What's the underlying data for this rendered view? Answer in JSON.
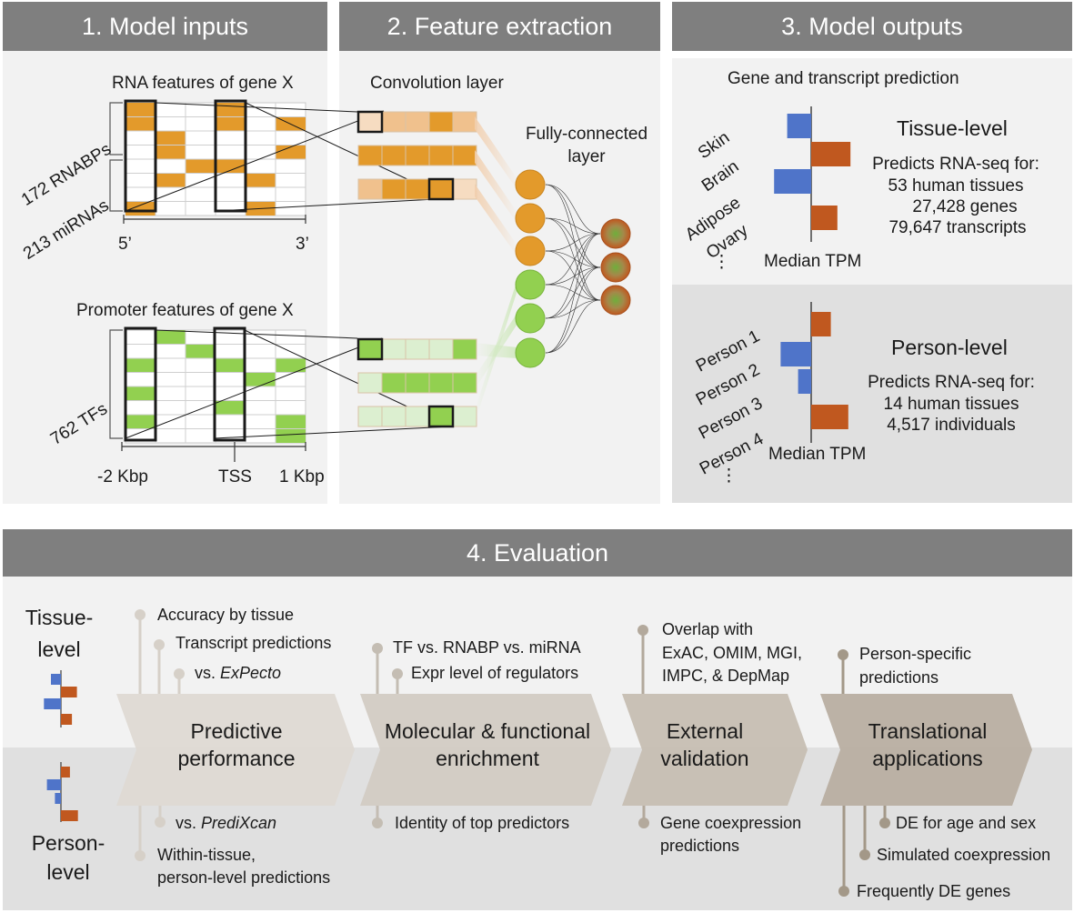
{
  "colors": {
    "header": "#7f7f7f",
    "panel_light": "#f2f2f2",
    "panel_mid": "#e0e0e0",
    "orange_dark": "#e39a2b",
    "orange_light": "#f5dcc0",
    "green_dark": "#92d050",
    "green_light": "#dcefd0",
    "blue_bar": "#4f74c9",
    "rust_bar": "#c0581f",
    "stem": "#bfb6aa"
  },
  "panel1": {
    "header": "1. Model inputs",
    "rna_title": "RNA features of gene X",
    "rnabp_label": "172 RNABPs",
    "mirna_label": "213 miRNAs",
    "axis_left": "5’",
    "axis_right": "3’",
    "promoter_title": "Promoter features of gene X",
    "tf_label": "762 TFs",
    "prom_left": "-2 Kbp",
    "prom_mid": "TSS",
    "prom_right": "1 Kbp"
  },
  "panel2": {
    "header": "2. Feature extraction",
    "conv_label": "Convolution layer",
    "fc_label_1": "Fully-connected",
    "fc_label_2": "layer"
  },
  "panel3": {
    "header": "3. Model outputs",
    "subtitle": "Gene and transcript prediction",
    "tissue": {
      "title": "Tissue-level",
      "predicts": "Predicts RNA-seq for:",
      "line1": "53 human tissues",
      "line2": "27,428 genes",
      "line3": "79,647 transcripts",
      "labels": [
        "Skin",
        "Brain",
        "Adipose",
        "Ovary"
      ],
      "ellipsis": "⋮",
      "axis_label": "Median TPM",
      "bars": [
        -0.55,
        0.9,
        -0.85,
        0.6
      ]
    },
    "person": {
      "title": "Person-level",
      "predicts": "Predicts RNA-seq for:",
      "line1": "14 human tissues",
      "line2": "4,517 individuals",
      "labels": [
        "Person 1",
        "Person 2",
        "Person 3",
        "Person 4"
      ],
      "ellipsis": "⋮",
      "axis_label": "Median TPM",
      "bars": [
        0.45,
        -0.7,
        -0.3,
        0.85
      ]
    }
  },
  "panel4": {
    "header": "4. Evaluation",
    "tissue_label_1": "Tissue-",
    "tissue_label_2": "level",
    "person_label_1": "Person-",
    "person_label_2": "level",
    "mini_tissue_bars": [
      -0.5,
      0.8,
      -0.85,
      0.55
    ],
    "mini_person_bars": [
      0.45,
      -0.7,
      -0.3,
      0.85
    ],
    "stages": [
      {
        "line1": "Predictive",
        "line2": "performance"
      },
      {
        "line1": "Molecular & functional",
        "line2": "enrichment"
      },
      {
        "line1": "External",
        "line2": "validation"
      },
      {
        "line1": "Translational",
        "line2": "applications"
      }
    ],
    "top_items": {
      "s1_a": "Accuracy by tissue",
      "s1_b": "Transcript predictions",
      "s1_c_prefix": "vs. ",
      "s1_c_em": "ExPecto",
      "s2_a": "TF vs. RNABP vs. miRNA",
      "s2_b": "Expr level of regulators",
      "s3_a1": "Overlap with",
      "s3_a2": "ExAC, OMIM, MGI,",
      "s3_a3": "IMPC, & DepMap",
      "s4_a1": "Person-specific",
      "s4_a2": "predictions"
    },
    "bottom_items": {
      "s1_a_prefix": "vs. ",
      "s1_a_em": "PrediXcan",
      "s1_b1": "Within-tissue,",
      "s1_b2": "person-level predictions",
      "s2_a": "Identity of top predictors",
      "s3_a1": "Gene coexpression",
      "s3_a2": "predictions",
      "s4_a": "DE for age and sex",
      "s4_b": "Simulated coexpression",
      "s4_c": "Frequently DE genes"
    }
  }
}
